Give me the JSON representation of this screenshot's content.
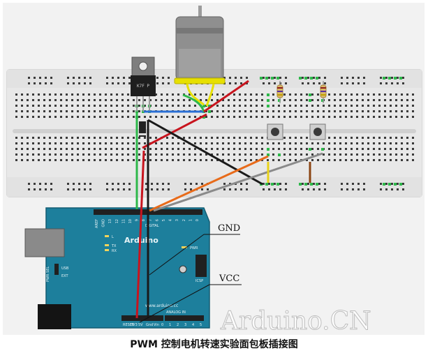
{
  "caption": "PWM 控制电机转速实验面包板插接图",
  "watermark": "Arduino.CN",
  "callouts": {
    "gnd": "GND",
    "vcc": "VCC"
  },
  "regulator": {
    "part_label": "K7F P"
  },
  "board": {
    "logo": "Arduino",
    "website": "www.arduino.cc",
    "digital_pins": [
      "AREF",
      "GND",
      "13",
      "12",
      "11",
      "10",
      "9",
      "8",
      "7",
      "6",
      "5",
      "4",
      "3",
      "2",
      "1",
      "0"
    ],
    "digital_header_label": "DIGITAL",
    "tx_rx_labels": [
      "TX",
      "RX"
    ],
    "led_labels": [
      "L",
      "TX",
      "RX"
    ],
    "pwr_label": "PWR",
    "icsp_label": "ICSP",
    "usb_label": "USB",
    "ext_label": "EXT",
    "pwr_sel_label": "PWR SEL",
    "analog_in_label": "ANALOG IN",
    "power_header_labels": [
      "RESET",
      "3V3",
      "5V",
      "Gnd",
      "Vin",
      "0",
      "1",
      "2",
      "3",
      "4",
      "5"
    ]
  },
  "colors": {
    "breadboard": "#e6e6e6",
    "arduino": "#1d7f9c",
    "motor": "#8f8f8f",
    "wire_red": "#c8141e",
    "wire_black": "#1a1a1a",
    "wire_green": "#2db84a",
    "wire_blue": "#2a6fd6",
    "wire_orange": "#e86b1a",
    "wire_gray": "#8a8a8a",
    "wire_yellow": "#e8d21a"
  }
}
